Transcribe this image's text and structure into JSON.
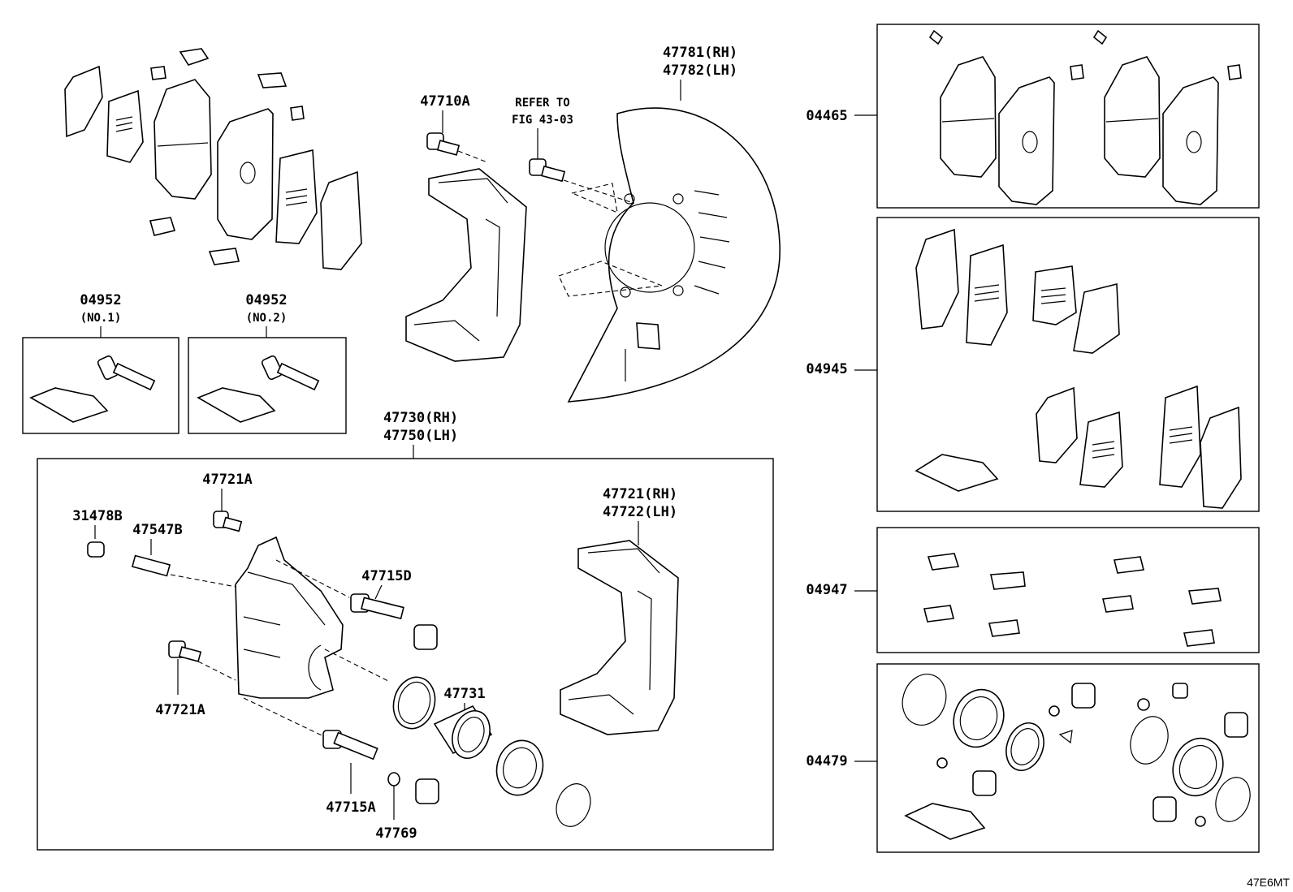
{
  "labels": {
    "sub_47781": "47781(RH)",
    "sub_47782": "47782(LH)",
    "bolt_47710A": "47710A",
    "refer_line1": "REFER TO",
    "refer_line2": "FIG 43-03",
    "kit_04952_a": "04952",
    "kit_04952_a_no": "(NO.1)",
    "kit_04952_b": "04952",
    "kit_04952_b_no": "(NO.2)",
    "cal_47730": "47730(RH)",
    "cal_47750": "47750(LH)",
    "p_47721A_top": "47721A",
    "p_31478B": "31478B",
    "p_47547B": "47547B",
    "p_47715D": "47715D",
    "p_47731": "47731",
    "p_47721A_bot": "47721A",
    "p_47715A": "47715A",
    "p_47769": "47769",
    "p_47721": "47721(RH)",
    "p_47722": "47722(LH)",
    "kit_04465": "04465",
    "kit_04945": "04945",
    "kit_04947": "04947",
    "kit_04479": "04479",
    "fig_code": "47E6MT"
  }
}
